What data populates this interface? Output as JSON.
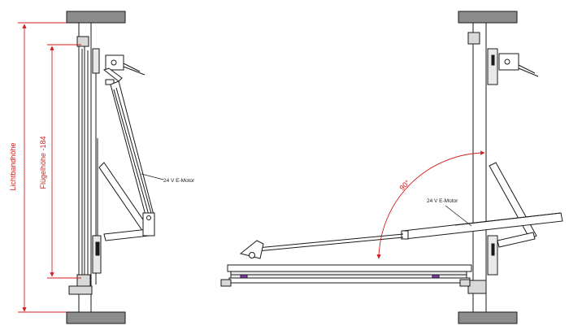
{
  "labels": {
    "lichtbandhoehe": "Lichtbandhöhe",
    "fluegelhoehe": "Flügelhöhe -184",
    "motor_left": "24 V E-Motor",
    "motor_right": "24 V E-Motor",
    "angle": "90°"
  },
  "colors": {
    "dimension": "#d21e1e",
    "line": "#1a1a1a",
    "wall_fill": "#8c8c8c",
    "profile_fill": "#d9d9d9"
  }
}
